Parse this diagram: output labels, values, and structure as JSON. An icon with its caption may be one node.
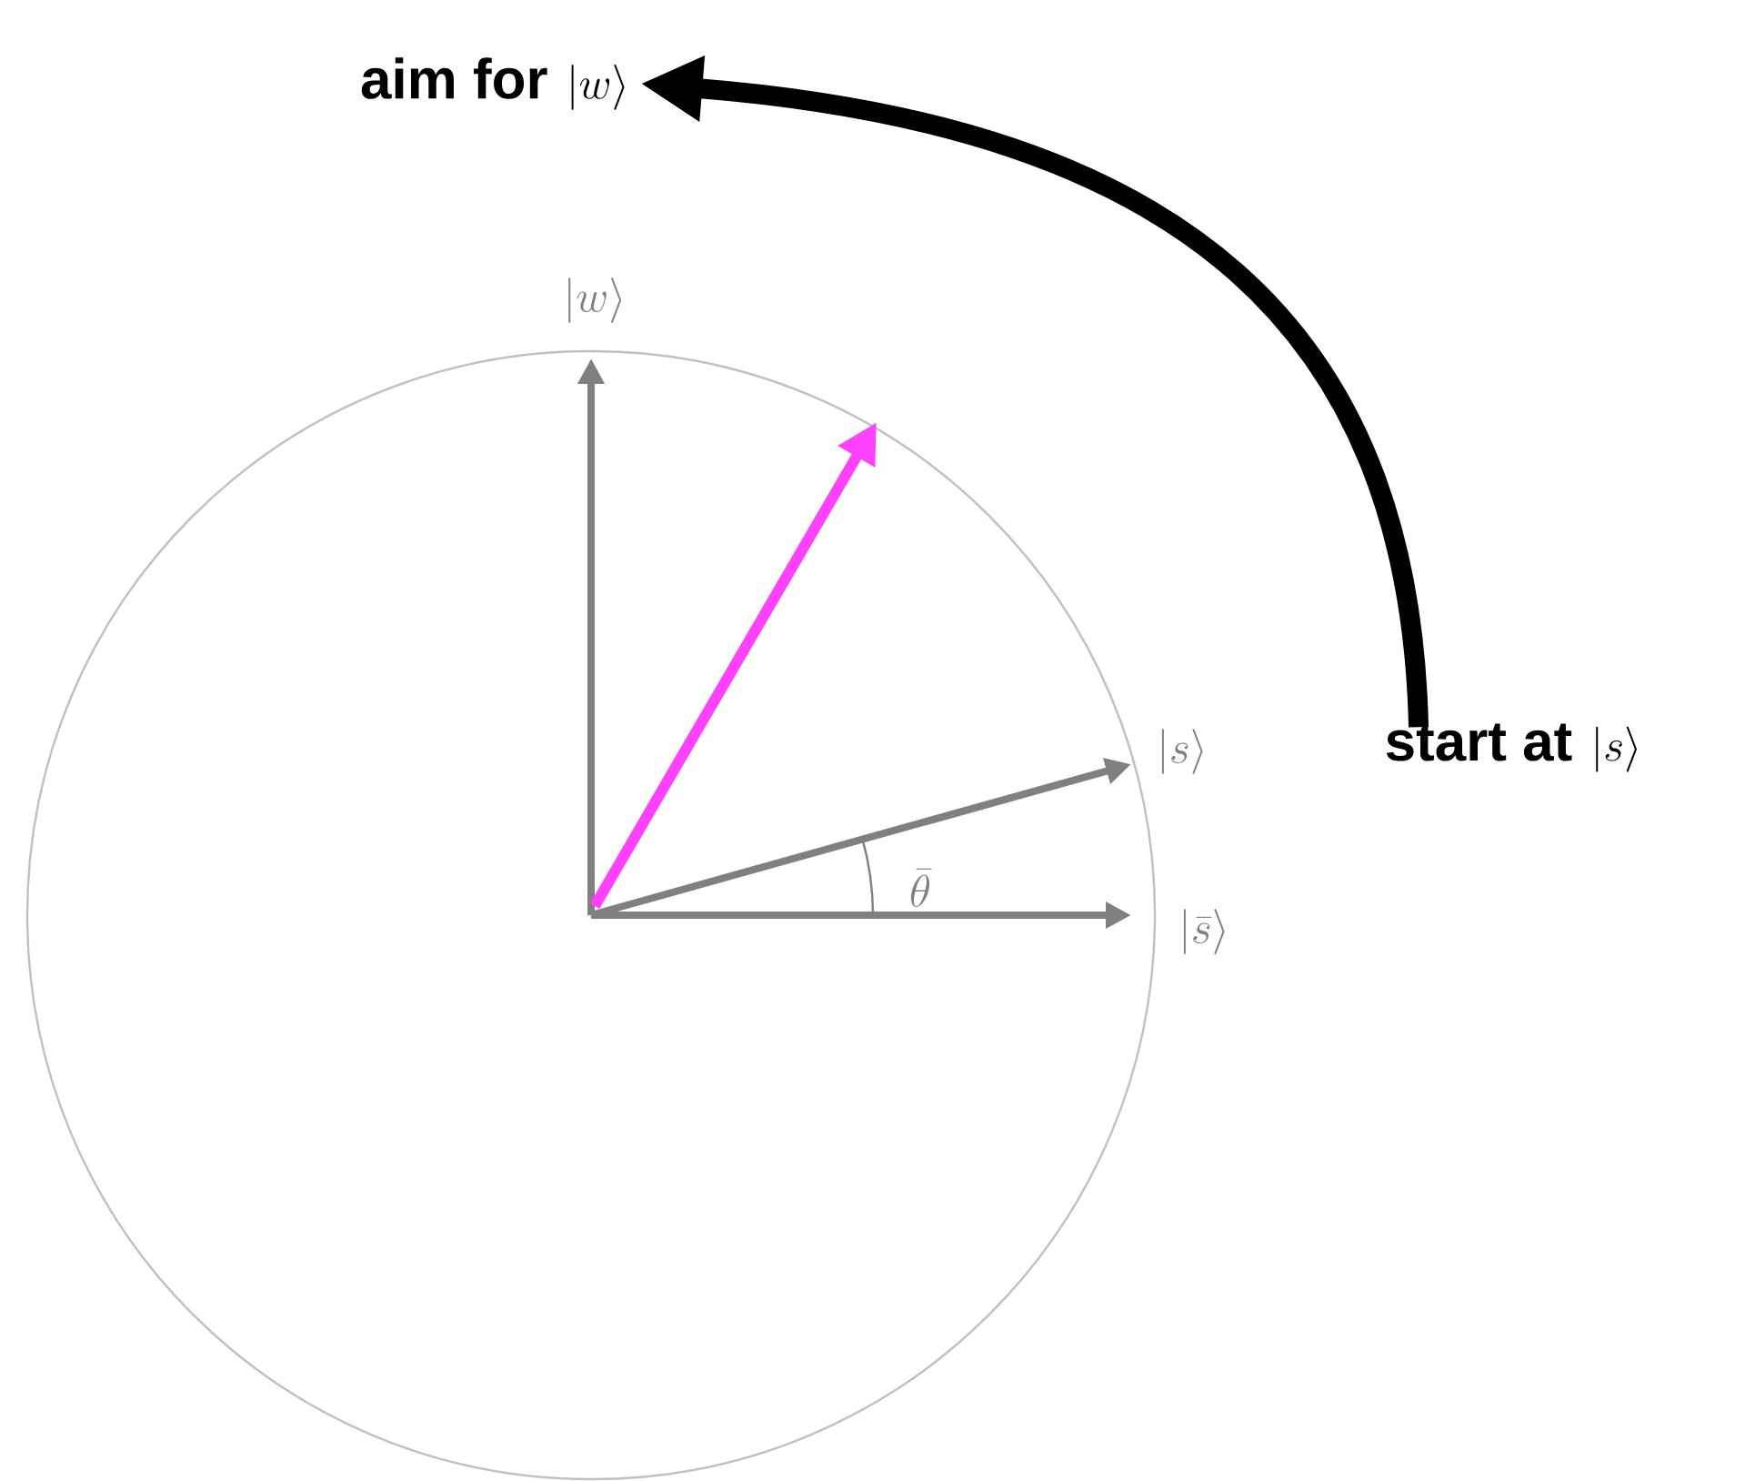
{
  "diagram": {
    "nodes": [
      {
        "text": [
          "aim for",
          "|w\\rangle"
        ]
      },
      {
        "text": [
          "start at",
          "|s\\rangle"
        ]
      }
    ],
    "edges": [
      {
        "from": 1,
        "to": 0,
        "arrow": "to"
      }
    ],
    "labels": [
      "|w\\rangle",
      "|s\\rangle",
      "\\bar{\\theta}",
      "|\\bar{s}\\rangle"
    ]
  }
}
